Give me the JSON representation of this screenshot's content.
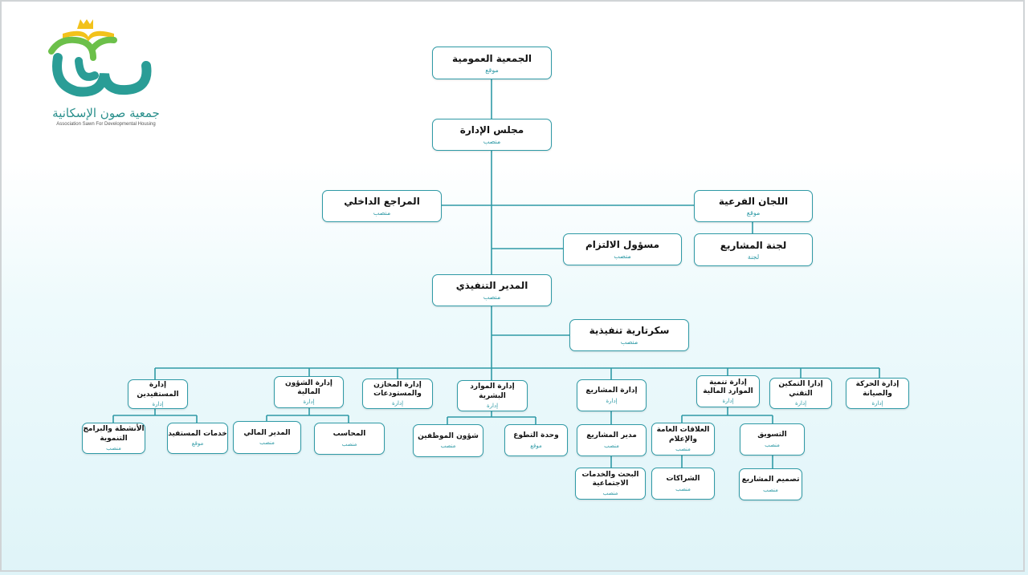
{
  "logo": {
    "arabic_name": "جمعية صون الإسكانية",
    "english_name": "Association Sawn For Developmental Housing"
  },
  "colors": {
    "line": "#2f9aa6",
    "logo_teal": "#2a9d96",
    "logo_gold": "#f2c21b"
  },
  "nodes": {
    "general_assembly": {
      "title": "الجمعية العمومية",
      "sub": "موقع"
    },
    "board": {
      "title": "مجلس الإدارة",
      "sub": "منصب"
    },
    "internal_auditor": {
      "title": "المراجع الداخلي",
      "sub": "منصب"
    },
    "sub_committees": {
      "title": "اللجان الفرعية",
      "sub": "موقع"
    },
    "projects_committee": {
      "title": "لجنة المشاريع",
      "sub": "لجنة"
    },
    "compliance_officer": {
      "title": "مسؤول الالتزام",
      "sub": "منصب"
    },
    "executive_director": {
      "title": "المدير التنفيذي",
      "sub": "منصب"
    },
    "executive_secretariat": {
      "title": "سكرتارية تنفيذية",
      "sub": "منصب"
    },
    "beneficiaries_dept": {
      "title": "إدارة المستفيدين",
      "sub": "إدارة"
    },
    "financial_affairs_dept": {
      "title": "إدارة الشؤون المالية",
      "sub": "إدارة"
    },
    "warehouses_dept": {
      "title": "إدارة المخازن والمستودعات",
      "sub": "إدارة"
    },
    "hr_dept": {
      "title": "إدارة الموارد البشرية",
      "sub": "إدارة"
    },
    "projects_dept": {
      "title": "إدارة المشاريع",
      "sub": "إدارة"
    },
    "resource_dev_dept": {
      "title": "إدارة تنمية الموارد المالية",
      "sub": "إدارة"
    },
    "tech_enablement_dept": {
      "title": "إدارا التمكين التقني",
      "sub": "إدارة"
    },
    "mobility_maintenance_dept": {
      "title": "إدارة الحركة والصيانة",
      "sub": "إدارة"
    },
    "activities_programs": {
      "title": "الأنشطة والبرامج التنموية",
      "sub": "منصب"
    },
    "beneficiary_services": {
      "title": "خدمات المستفيد",
      "sub": "موقع"
    },
    "financial_manager": {
      "title": "المدير المالي",
      "sub": "منصب"
    },
    "accountant": {
      "title": "المحاسب",
      "sub": "منصب"
    },
    "employee_affairs": {
      "title": "شؤون الموظفين",
      "sub": "منصب"
    },
    "volunteer_unit": {
      "title": "وحدة التطوع",
      "sub": "موقع"
    },
    "projects_manager": {
      "title": "مدير المشاريع",
      "sub": "منصب"
    },
    "research_social": {
      "title": "البحث والخدمات الاجتماعية",
      "sub": "منصب"
    },
    "pr_media": {
      "title": "العلاقات العامة والإعلام",
      "sub": "منصب"
    },
    "partnerships": {
      "title": "الشراكات",
      "sub": "منصب"
    },
    "marketing": {
      "title": "التسويق",
      "sub": "منصب"
    },
    "project_design": {
      "title": "تصميم المشاريع",
      "sub": "منصب"
    }
  }
}
